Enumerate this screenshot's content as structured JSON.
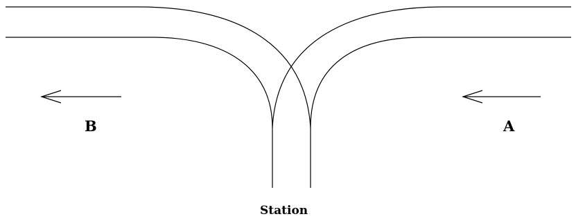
{
  "labels": {
    "left_direction": "B",
    "right_direction": "A",
    "station": "Station"
  },
  "colors": {
    "line": "#000000",
    "background": "#ffffff"
  }
}
